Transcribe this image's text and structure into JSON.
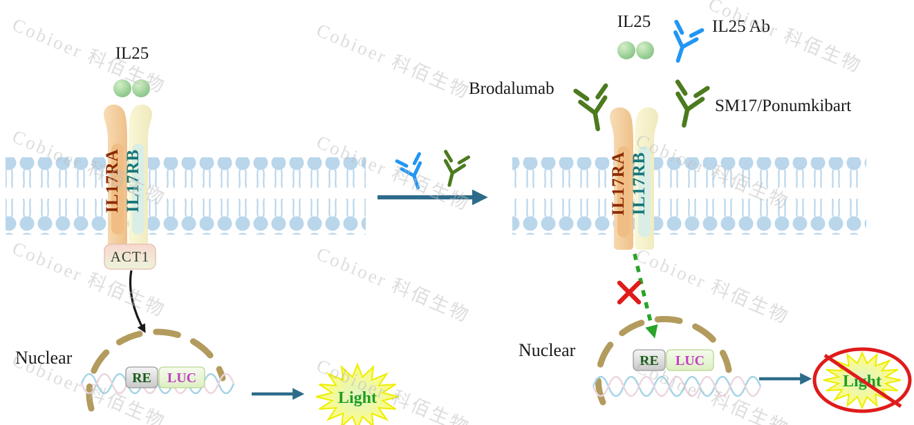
{
  "watermark": {
    "text": "Cobioer 科佰生物"
  },
  "left": {
    "il25": "IL25",
    "il17ra": "IL17RA",
    "il17rb": "IL17RB",
    "act1": "ACT1",
    "nuclear": "Nuclear",
    "re": "RE",
    "luc": "LUC",
    "light": "Light"
  },
  "right": {
    "il25": "IL25",
    "il25_ab": "IL25 Ab",
    "brodalumab": "Brodalumab",
    "sm17": "SM17/Ponumkibart",
    "il17ra": "IL17RA",
    "il17rb": "IL17RB",
    "nuclear": "Nuclear",
    "re": "RE",
    "luc": "LUC",
    "light": "Light"
  },
  "colors": {
    "membrane": "#b9d6eb",
    "receptor_a_fill": "#f3c892",
    "receptor_b_fill": "#f3eeb0",
    "receptor_a_text": "#8b2a00",
    "receptor_b_text": "#17777a",
    "antibody_blue": "#2196f3",
    "antibody_green": "#4c7a1e",
    "arrow_teal": "#2e6b8a",
    "signal_green": "#28a428",
    "blocked_red": "#e01b1b",
    "nuclear_envelope": "#b39b5e",
    "star_yellow": "#ffff4a",
    "re_text": "#1a5c1a",
    "luc_text": "#c43fc4",
    "light_text": "#1f9d1f"
  }
}
